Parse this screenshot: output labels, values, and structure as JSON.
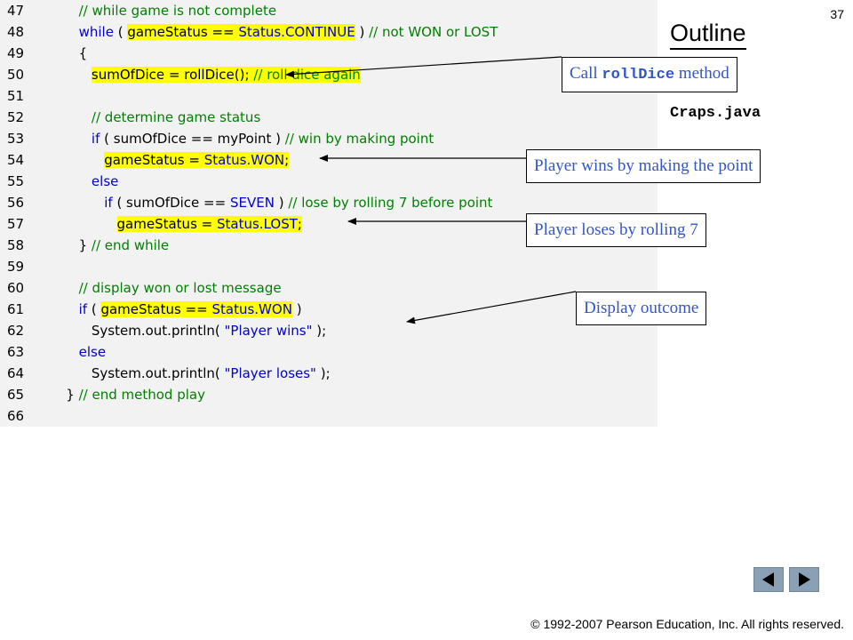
{
  "slide_number": "37",
  "outline_title": "Outline",
  "file_label": "Craps.java",
  "code_lines": [
    {
      "num": "47",
      "segments": [
        {
          "t": "      "
        },
        {
          "t": "// while game is not complete",
          "c": "cm"
        }
      ]
    },
    {
      "num": "48",
      "segments": [
        {
          "t": "      "
        },
        {
          "t": "while",
          "c": "kw"
        },
        {
          "t": " ( "
        },
        {
          "t": "gameStatus == ",
          "h": true
        },
        {
          "t": "Status.CONTINUE",
          "c": "cn",
          "h": true
        },
        {
          "t": " ) "
        },
        {
          "t": "// not WON or LOST",
          "c": "cm"
        }
      ]
    },
    {
      "num": "49",
      "segments": [
        {
          "t": "      {"
        }
      ]
    },
    {
      "num": "50",
      "segments": [
        {
          "t": "         "
        },
        {
          "t": "sumOfDice = rollDice(); ",
          "h": true
        },
        {
          "t": "// roll dice again",
          "c": "cm",
          "h": true
        }
      ]
    },
    {
      "num": "51",
      "segments": []
    },
    {
      "num": "52",
      "segments": [
        {
          "t": "         "
        },
        {
          "t": "// determine game status",
          "c": "cm"
        }
      ]
    },
    {
      "num": "53",
      "segments": [
        {
          "t": "         "
        },
        {
          "t": "if",
          "c": "kw"
        },
        {
          "t": " ( sumOfDice == myPoint ) "
        },
        {
          "t": "// win by making point",
          "c": "cm"
        }
      ]
    },
    {
      "num": "54",
      "segments": [
        {
          "t": "            "
        },
        {
          "t": "gameStatus = ",
          "h": true
        },
        {
          "t": "Status.WON",
          "c": "cn",
          "h": true
        },
        {
          "t": ";",
          "h": true
        }
      ]
    },
    {
      "num": "55",
      "segments": [
        {
          "t": "         "
        },
        {
          "t": "else",
          "c": "kw"
        }
      ]
    },
    {
      "num": "56",
      "segments": [
        {
          "t": "            "
        },
        {
          "t": "if",
          "c": "kw"
        },
        {
          "t": " ( sumOfDice == "
        },
        {
          "t": "SEVEN",
          "c": "cn"
        },
        {
          "t": " ) "
        },
        {
          "t": "// lose by rolling 7 before point",
          "c": "cm"
        }
      ]
    },
    {
      "num": "57",
      "segments": [
        {
          "t": "               "
        },
        {
          "t": "gameStatus = ",
          "h": true
        },
        {
          "t": "Status.LOST",
          "c": "cn",
          "h": true
        },
        {
          "t": ";",
          "h": true
        }
      ]
    },
    {
      "num": "58",
      "segments": [
        {
          "t": "      } "
        },
        {
          "t": "// end while",
          "c": "cm"
        }
      ]
    },
    {
      "num": "59",
      "segments": []
    },
    {
      "num": "60",
      "segments": [
        {
          "t": "      "
        },
        {
          "t": "// display won or lost message",
          "c": "cm"
        }
      ]
    },
    {
      "num": "61",
      "segments": [
        {
          "t": "      "
        },
        {
          "t": "if",
          "c": "kw"
        },
        {
          "t": " ( "
        },
        {
          "t": "gameStatus == ",
          "h": true
        },
        {
          "t": "Status.WON",
          "c": "cn",
          "h": true
        },
        {
          "t": " )"
        }
      ]
    },
    {
      "num": "62",
      "segments": [
        {
          "t": "         System.out.println( "
        },
        {
          "t": "\"Player wins\"",
          "c": "st"
        },
        {
          "t": " );"
        }
      ]
    },
    {
      "num": "63",
      "segments": [
        {
          "t": "      "
        },
        {
          "t": "else",
          "c": "kw"
        }
      ]
    },
    {
      "num": "64",
      "segments": [
        {
          "t": "         System.out.println( "
        },
        {
          "t": "\"Player loses\"",
          "c": "st"
        },
        {
          "t": " );"
        }
      ]
    },
    {
      "num": "65",
      "segments": [
        {
          "t": "   } "
        },
        {
          "t": "// end method play",
          "c": "cm"
        }
      ]
    },
    {
      "num": "66",
      "segments": []
    }
  ],
  "callouts": {
    "roll_dice_prefix": "Call ",
    "roll_dice_code": "rollDice",
    "roll_dice_suffix": " method",
    "player_wins": "Player wins by making the point",
    "player_loses": "Player loses by rolling 7",
    "display_outcome": "Display outcome"
  },
  "colors": {
    "code_background": "#f2f2f2",
    "highlight": "#ffff00",
    "comment": "#008000",
    "keyword": "#0000cc",
    "callout_text": "#3355cc",
    "nav_button": "#8aa0b4"
  },
  "nav": {
    "prev_icon": "triangle-left-icon",
    "next_icon": "triangle-right-icon"
  },
  "copyright_text": "© 1992-2007 Pearson Education, Inc.  All rights reserved."
}
